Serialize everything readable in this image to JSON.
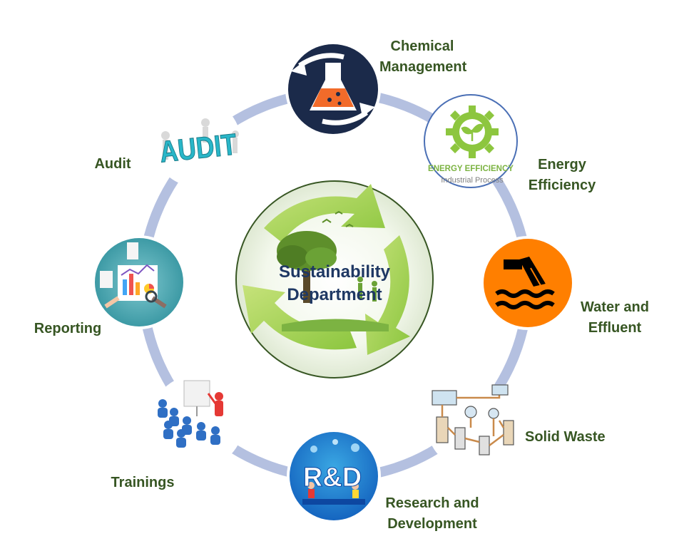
{
  "center": {
    "title_line1": "Sustainability",
    "title_line2": "Department"
  },
  "nodes": {
    "chemical": {
      "label_line1": "Chemical",
      "label_line2": "Management",
      "icon": "flask-icon"
    },
    "energy": {
      "label_line1": "Energy",
      "label_line2": "Efficiency",
      "icon": "gear-leaf-icon",
      "logo_line1": "ENERGY EFFICIENCY",
      "logo_line2": "Industrial Process"
    },
    "water": {
      "label_line1": "Water and",
      "label_line2": "Effluent",
      "icon": "pipe-discharge-icon"
    },
    "solid": {
      "label": "Solid Waste",
      "icon": "process-schematic-icon"
    },
    "rnd": {
      "label_line1": "Research and",
      "label_line2": "Development",
      "icon": "rnd-icon",
      "logo_text": "R&D"
    },
    "trainings": {
      "label": "Trainings",
      "icon": "presentation-icon"
    },
    "reporting": {
      "label": "Reporting",
      "icon": "report-charts-icon"
    },
    "audit": {
      "label": "Audit",
      "icon": "audit-figures-icon",
      "logo_text": "AUDIT"
    }
  },
  "colors": {
    "ring": "#B4C0E0",
    "label": "#375623",
    "center_text": "#1F3864",
    "orange": "#FF7F00",
    "navy": "#1B2A4A",
    "green": "#8DC63F"
  }
}
